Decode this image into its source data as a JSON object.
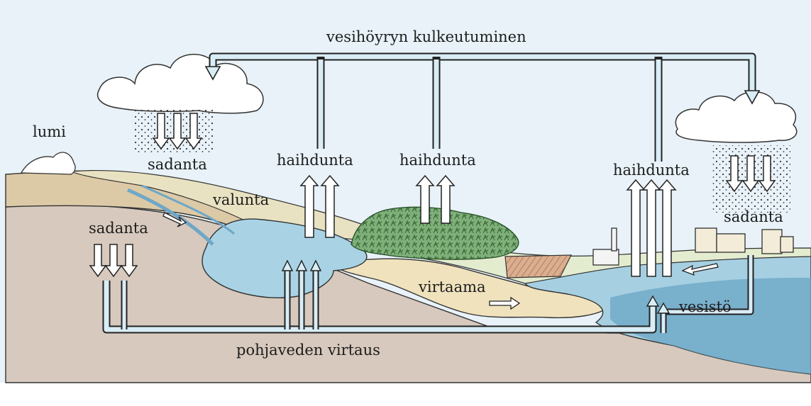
{
  "labels": {
    "vapor_transport": "vesihöyryn kulkeutuminen",
    "snow": "lumi",
    "precip_left_cloud": "sadanta",
    "precip_ground": "sadanta",
    "precip_right_cloud": "sadanta",
    "evaporation_lake": "haihdunta",
    "evaporation_forest": "haihdunta",
    "evaporation_water": "haihdunta",
    "runoff": "valunta",
    "streamflow": "virtaama",
    "groundwater_flow": "pohjaveden virtaus",
    "water_body": "vesistö"
  },
  "colors": {
    "sky": "#e6f1f8",
    "water": "#a8d2e4",
    "deep_water": "#5e9ebf",
    "sand": "#efe1bc",
    "soil": "#d8c8ae",
    "bedrock": "#d5c6bb",
    "forest": "#7fb07a",
    "field": "#d9a88c",
    "cloud": "#ffffff",
    "outline": "#222222"
  },
  "icons": [
    "cloud-icon",
    "rain-arrow-icon",
    "evaporation-arrow-icon",
    "flow-arrow-icon",
    "forest-icon",
    "buildings-icon",
    "factory-icon"
  ]
}
